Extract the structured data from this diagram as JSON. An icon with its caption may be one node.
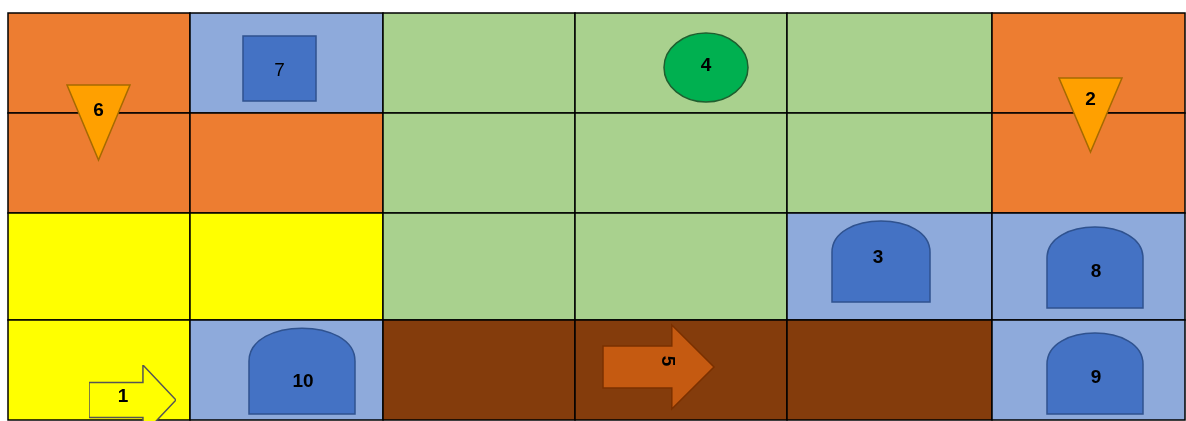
{
  "diagram": {
    "nodes": [
      {
        "text": [
          "6"
        ]
      },
      {
        "text": [
          "7"
        ]
      },
      {
        "text": [
          "4"
        ]
      },
      {
        "text": [
          "2"
        ]
      },
      {
        "text": [
          "3"
        ]
      },
      {
        "text": [
          "8"
        ]
      },
      {
        "text": [
          "1"
        ]
      },
      {
        "text": [
          "10"
        ]
      },
      {
        "text": [
          "5"
        ]
      },
      {
        "text": [
          "9"
        ]
      }
    ]
  }
}
